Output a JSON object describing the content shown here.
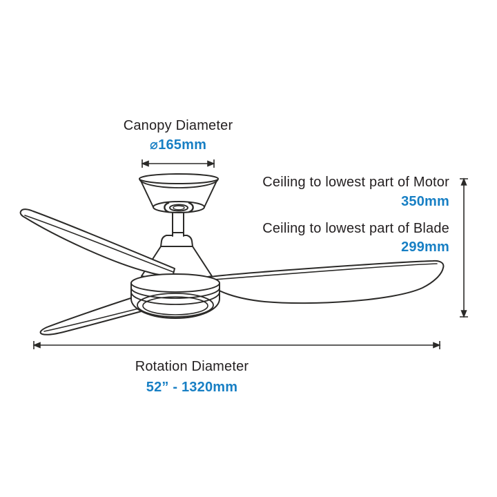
{
  "colors": {
    "accent_blue": "#177fc4",
    "text_black": "#231f20",
    "line_color": "#2b2a28",
    "background": "#ffffff"
  },
  "dimensions": {
    "canopy": {
      "label": "Canopy Diameter",
      "value": "⌀165mm"
    },
    "motor_drop": {
      "label": "Ceiling to lowest part of Motor",
      "value": "350mm"
    },
    "blade_drop": {
      "label": "Ceiling to lowest part of Blade",
      "value": "299mm"
    },
    "rotation": {
      "label": "Rotation Diameter",
      "value": "52” - 1320mm"
    }
  }
}
